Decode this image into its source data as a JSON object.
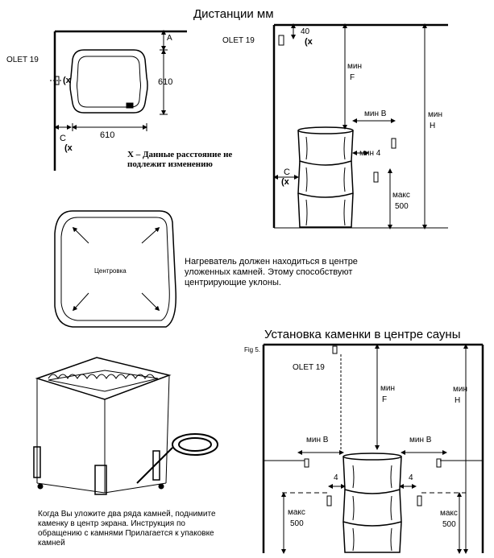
{
  "top": {
    "title": "Дистанции мм"
  },
  "top_left": {
    "olet": "OLET 19",
    "label_a": "A",
    "dim_610_v": "610",
    "dim_610_h": "610",
    "label_c": "C",
    "label_x": "(x",
    "note": "X – Данные расстояние не подлежит изменению"
  },
  "top_right": {
    "olet": "OLET 19",
    "dim_40": "40",
    "label_x_top": "(x",
    "min_f_1": "мин",
    "min_f_2": "F",
    "min_h_1": "мин",
    "min_h_2": "H",
    "min_b": "мин B",
    "min_4": "мин 4",
    "label_c": "C",
    "label_x_side": "(x",
    "max_1": "макс",
    "max_2": "500"
  },
  "middle": {
    "center_label": "Центровка",
    "note": "Нагреватель должен находиться в центре уложенных камней. Этому способствуют центрирующие уклоны."
  },
  "bottom_right": {
    "title": "Установка каменки в центре сауны",
    "fig": "Fig 5.",
    "olet": "OLET 19",
    "min_f_1": "мин",
    "min_f_2": "F",
    "min_h_1": "мин",
    "min_h_2": "H",
    "min_b_left": "мин B",
    "min_b_right": "мин B",
    "four_left": "4",
    "four_right": "4",
    "max_left_1": "макс",
    "max_left_2": "500",
    "max_right_1": "макс",
    "max_right_2": "500"
  },
  "bottom_left": {
    "note": "Когда Вы уложите два ряда камней, поднимите каменку в центр экрана. Инструкция по обращению с камнями Прилагается к упаковке камней"
  }
}
